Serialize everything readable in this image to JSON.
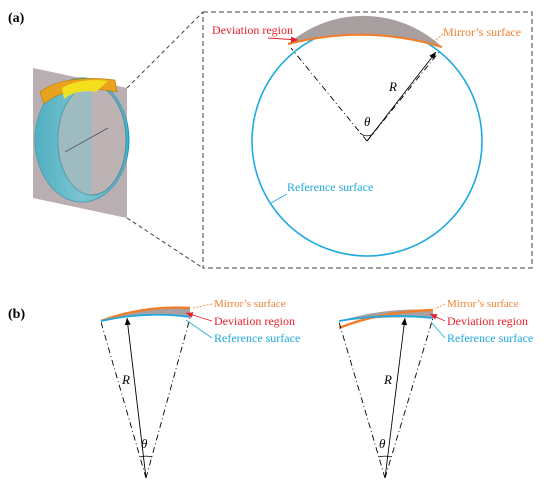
{
  "panel_a": {
    "label": "(a)",
    "labels": {
      "deviation_region": "Deviation region",
      "mirror_surface": "Mirror’s surface",
      "reference_surface": "Reference surface",
      "radius": "R",
      "angle": "θ"
    }
  },
  "panel_b": {
    "label": "(b)",
    "left": {
      "mirror_surface": "Mirror’s surface",
      "deviation_region": "Deviation region",
      "reference_surface": "Reference surface",
      "radius": "R",
      "angle": "θ"
    },
    "right": {
      "mirror_surface": "Mirror’s surface",
      "deviation_region": "Deviation region",
      "reference_surface": "Reference surface",
      "radius": "R",
      "angle": "θ"
    }
  },
  "colors": {
    "mirror": "#F07F2D",
    "deviation": "#E8202A",
    "reference": "#1FA9E1",
    "deviation_fill": "#A8A0A0",
    "frame": "#404040"
  }
}
